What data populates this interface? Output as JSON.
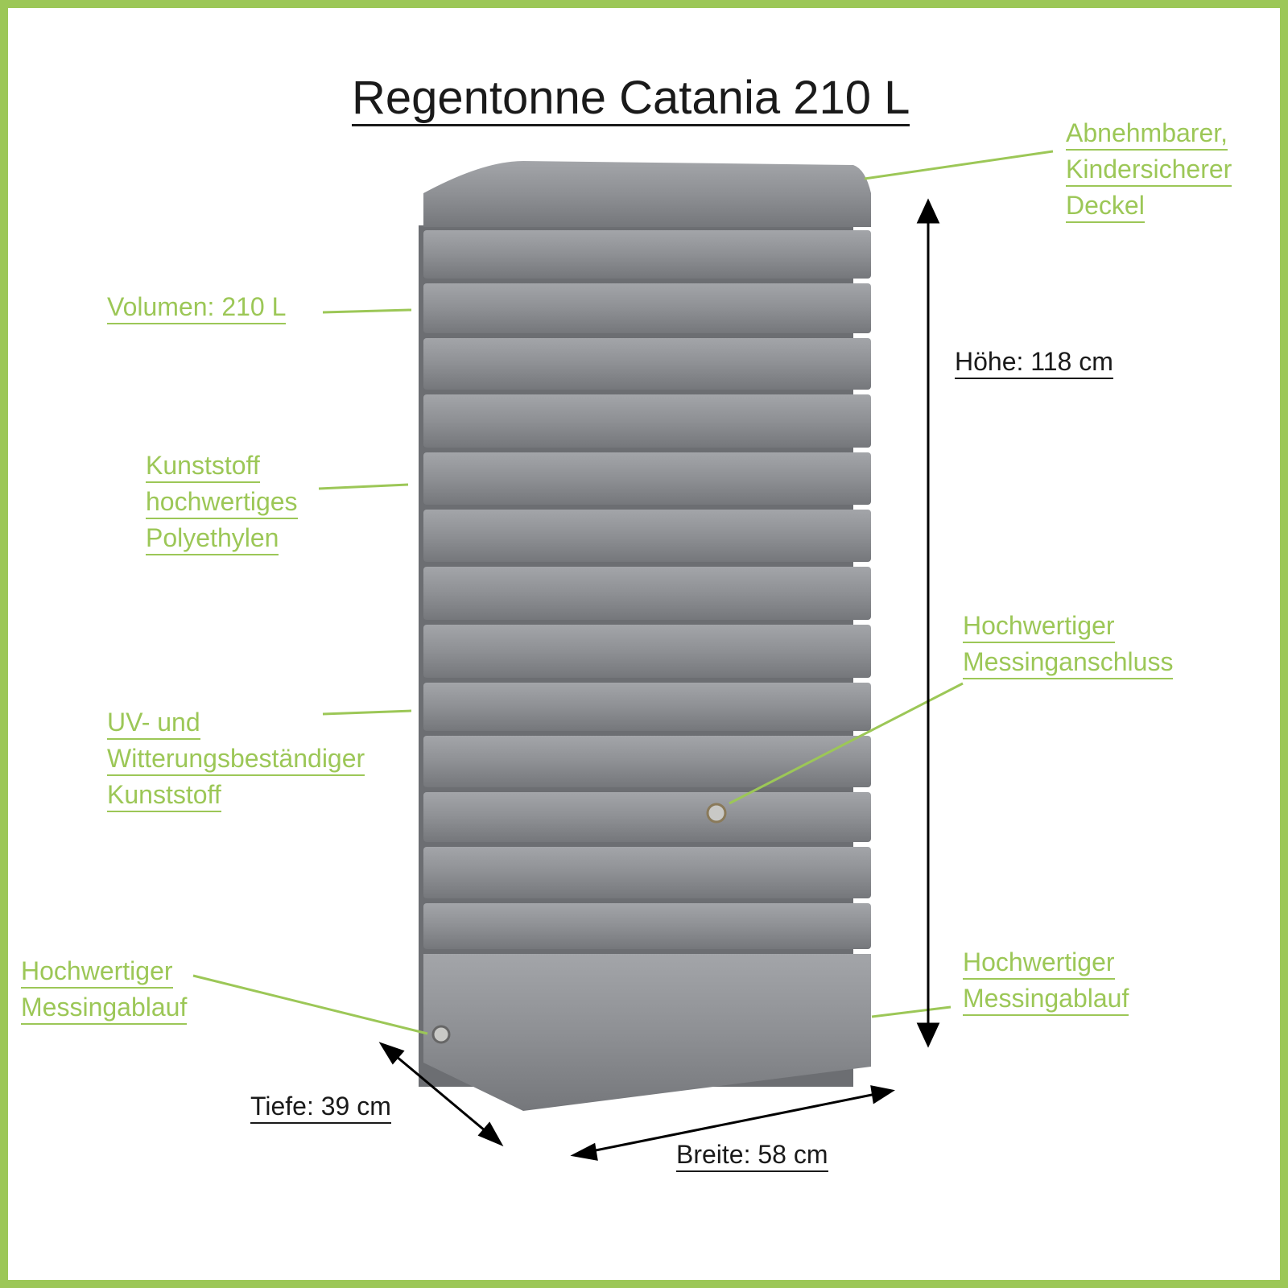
{
  "title": "Regentonne Catania 210 L",
  "labels": {
    "lid": [
      "Abnehmbarer,",
      "Kindersicherer",
      "Deckel"
    ],
    "volume": "Volumen: 210 L",
    "material": [
      "Kunststoff",
      "hochwertiges",
      "Polyethylen"
    ],
    "uv": [
      "UV- und",
      "Witterungsbeständiger",
      "Kunststoff"
    ],
    "drain_left": [
      "Hochwertiger",
      "Messingablauf"
    ],
    "connection": [
      "Hochwertiger",
      "Messinganschluss"
    ],
    "drain_right": [
      "Hochwertiger",
      "Messingablauf"
    ],
    "height": "Höhe: 118 cm",
    "depth": "Tiefe: 39 cm",
    "width": "Breite: 58 cm"
  },
  "colors": {
    "accent": "#9cc757",
    "text": "#1a1a1a",
    "barrel": "#8d8f93"
  }
}
